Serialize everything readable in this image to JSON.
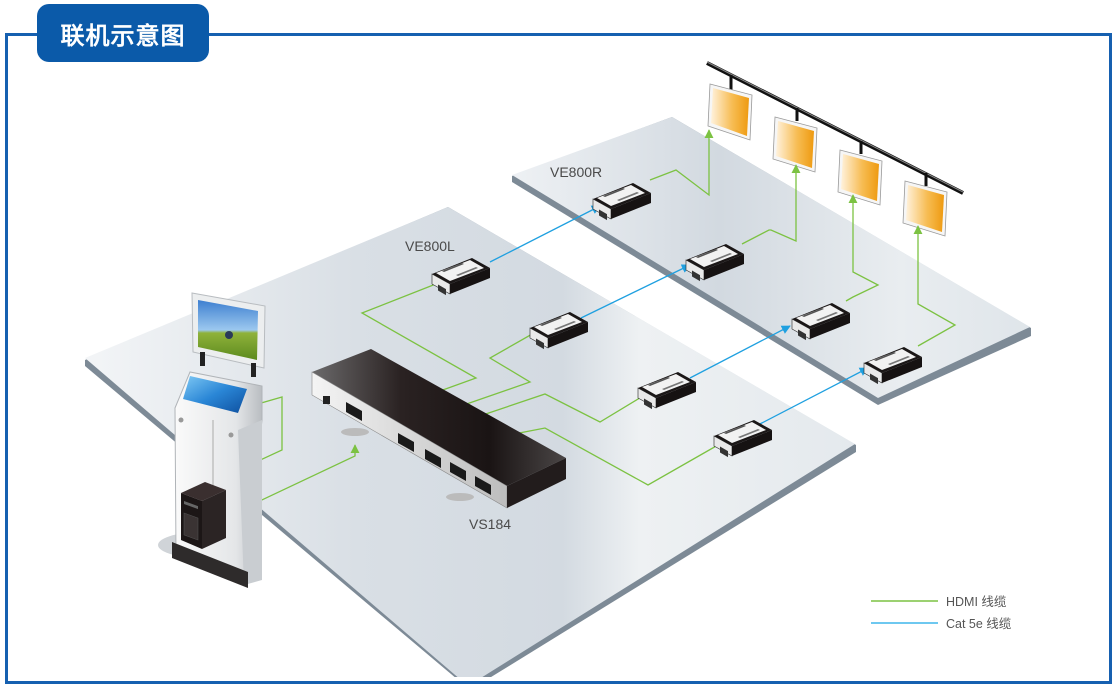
{
  "title": "联机示意图",
  "devices": {
    "transmitter_label": "VE800L",
    "receiver_label": "VE800R",
    "switch_label": "VS184"
  },
  "legend": [
    {
      "label": "HDMI 线缆",
      "color": "#7cc242",
      "icon": "green-line"
    },
    {
      "label": "Cat 5e 线缆",
      "color": "#1fa0e0",
      "icon": "blue-line"
    }
  ],
  "colors": {
    "frame": "#1660b0",
    "title_bg": "#0b5aa9",
    "hdmi_cable": "#7cc242",
    "cat5e_cable": "#1fa0e0",
    "display_panel": "#f3a423"
  },
  "components": {
    "source": "kiosk with PC",
    "switch_ports": {
      "inputs": 1,
      "outputs": 4
    },
    "transmitters": 4,
    "receivers": 4,
    "displays": 4
  }
}
